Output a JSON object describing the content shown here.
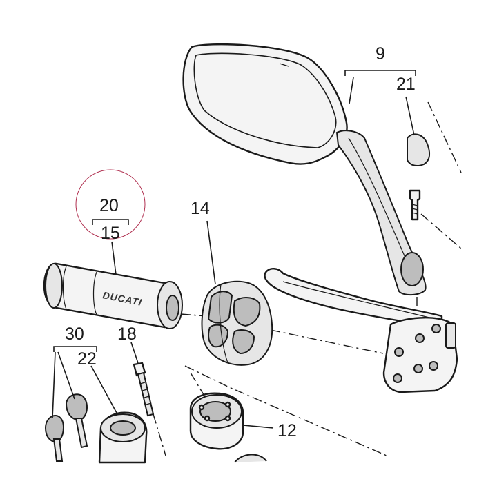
{
  "labels": {
    "mirror": "9",
    "mirror_cap": "21",
    "grip_set": "20",
    "grip": "15",
    "switch_housing": "14",
    "screw": "18",
    "key_set": "30",
    "end_weight": "22",
    "throttle_drum": "12"
  },
  "grip_brand": "DUCATI",
  "colors": {
    "ink": "#1a1a1a",
    "highlight_circle": "#b03050"
  }
}
